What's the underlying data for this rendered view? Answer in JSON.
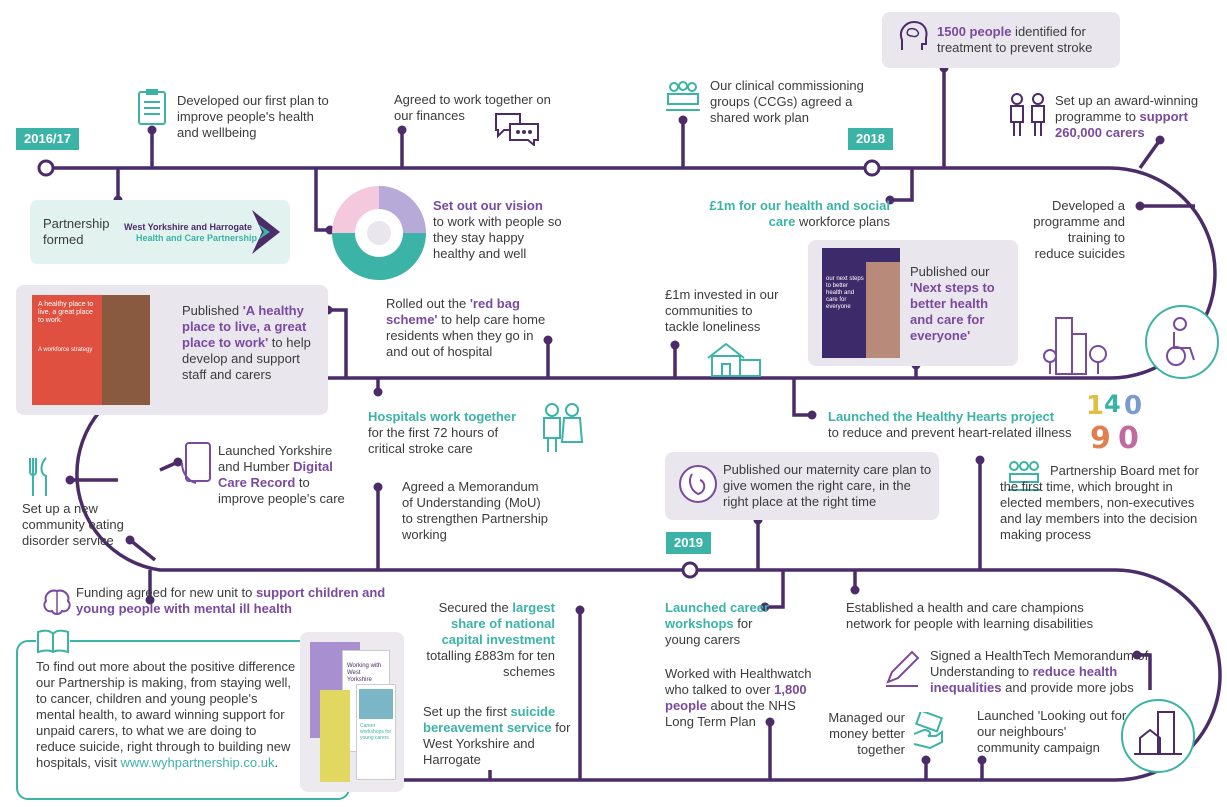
{
  "years": {
    "y1": "2016/17",
    "y2": "2018",
    "y3": "2019"
  },
  "logo": {
    "line1": "West Yorkshire and Harrogate",
    "line2": "Health and Care Partnership"
  },
  "row1": {
    "partnership": "Partnership formed",
    "first_plan": "Developed our first plan to improve people's health and wellbeing",
    "finances": "Agreed to work together on our finances",
    "ccgs": "Our clinical commissioning groups (CCGs) agreed a shared work plan",
    "stroke_hl": "1500 people",
    "stroke_rest": " identified for treatment to prevent stroke",
    "carers_a": "Set up an award-winning programme to ",
    "carers_hl": "support 260,000 carers",
    "vision_hl": "Set out our vision",
    "vision_rest": "to work with people so they stay happy healthy and well",
    "workforce_hl": "£1m for our health and social care",
    "workforce_rest": " workforce plans",
    "suicide_prog": "Developed a programme and training to reduce suicides"
  },
  "row2": {
    "published_a": "Published ",
    "published_hl": "'A healthy place to live, a great place to work'",
    "published_rest": " to help develop and support staff and carers",
    "redbag_a": "Rolled out the ",
    "redbag_hl": "'red bag scheme'",
    "redbag_rest": " to help care home residents when they go in and out of hospital",
    "loneliness": "£1m invested in our communities to tackle loneliness",
    "nextsteps_a": "Published our ",
    "nextsteps_hl": "'Next steps to better health and care for everyone'",
    "hospitals_hl": "Hospitals work together",
    "hospitals_rest": "for the first 72 hours of critical stroke care",
    "hearts_hl": "Launched the Healthy Hearts project",
    "hearts_rest": "to reduce and prevent heart-related illness"
  },
  "row3": {
    "eating": "Set up a new community eating disorder service",
    "dcr_a": "Launched Yorkshire and Humber ",
    "dcr_hl": "Digital Care Record",
    "dcr_rest": " to improve people's care",
    "mou": "Agreed a Memorandum of Understanding (MoU) to strengthen Partnership working",
    "maternity": "Published our maternity care plan to give women the right care, in the right place at the right time",
    "board": "Partnership Board met for the first time, which brought in elected members, non-executives and lay members into the decision making process"
  },
  "row4": {
    "funding_a": "Funding agreed for new unit to ",
    "funding_hl": "support children and young people with mental ill health",
    "capital_a": "Secured the ",
    "capital_hl": "largest share of national capital investment",
    "capital_rest": " totalling £883m for ten schemes",
    "bereave_a": "Set up the first ",
    "bereave_hl": "suicide bereavement service",
    "bereave_rest": " for West Yorkshire and Harrogate",
    "workshops_hl": "Launched career workshops",
    "workshops_rest": " for young carers",
    "healthwatch_a": "Worked with Healthwatch who talked to over ",
    "healthwatch_hl": "1,800 people",
    "healthwatch_rest": " about the NHS Long Term Plan",
    "champions": "Established a health and care champions network for people with learning disabilities",
    "healthtech_a": "Signed a HealthTech Memorandum of Understanding to ",
    "healthtech_hl": "reduce health inequalities",
    "healthtech_rest": " and provide more jobs",
    "money": "Managed our money better together",
    "neighbours": "Launched 'Looking out for our neighbours' community campaign"
  },
  "info": {
    "text": "To find out more about the positive difference our Partnership is making, from staying well, to cancer, children and young people's mental health, to award winning support for unpaid carers, to what we are doing to reduce suicide, right through to building new hospitals, visit ",
    "link": "www.wyhpartnership.co.uk",
    "end": "."
  },
  "covers": {
    "c1_title": "A healthy place to live, a great place to work.",
    "c1_sub": "A workforce strategy",
    "c2_title": "our next steps to better health and care for everyone",
    "c3_title": "Working with West Yorkshire",
    "c4_title": "Career workshops for young carers"
  },
  "colors": {
    "purple": "#4b2c69",
    "teal": "#3bb3a6",
    "accent": "#7a4a9e",
    "box": "#e9e6ee"
  }
}
